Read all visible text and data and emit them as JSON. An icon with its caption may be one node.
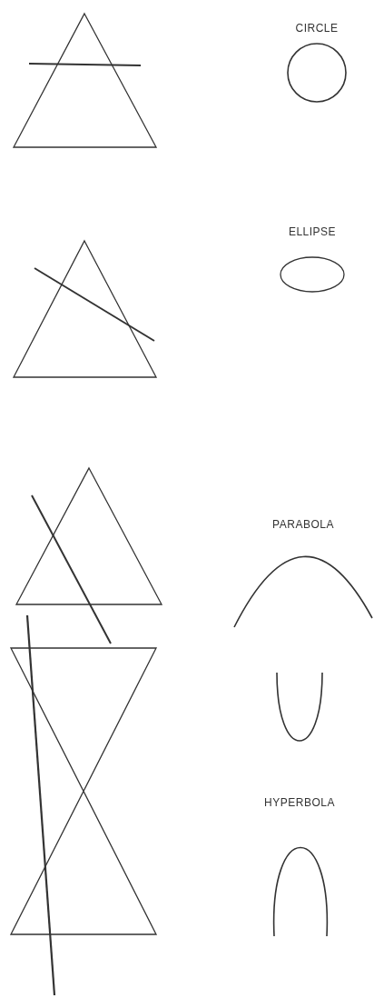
{
  "diagram": {
    "labels": [
      "CIRCLE",
      "ELLIPSE",
      "PARABOLA",
      "HYPERBOLA"
    ]
  }
}
